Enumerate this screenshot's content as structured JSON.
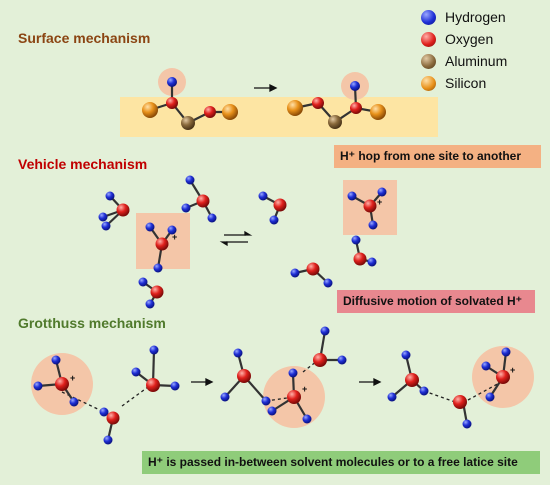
{
  "legend": [
    {
      "label": "Hydrogen",
      "color": "#1f2fd6",
      "icon": "hydrogen-atom-icon"
    },
    {
      "label": "Oxygen",
      "color": "#e0201c",
      "icon": "oxygen-atom-icon"
    },
    {
      "label": "Aluminum",
      "color": "#8a6a3c",
      "icon": "aluminum-atom-icon"
    },
    {
      "label": "Silicon",
      "color": "#e8911a",
      "icon": "silicon-atom-icon"
    }
  ],
  "sections": {
    "surface": {
      "title": "Surface mechanism",
      "color": "#8b4513",
      "caption": "H⁺ hop from one site to another",
      "caption_bg": "#f4b183"
    },
    "vehicle": {
      "title": "Vehicle mechanism",
      "color": "#c00000",
      "caption": "Diffusive motion of solvated H⁺",
      "caption_bg": "#e8888f"
    },
    "grotthuss": {
      "title": "Grotthuss mechanism",
      "color": "#507a2c",
      "caption": "H⁺ is passed in-between solvent molecules or to a free latice site",
      "caption_bg": "#8fcc7a"
    }
  },
  "charge_symbol": "+",
  "colors": {
    "background": "#e3f0d8",
    "highlight": "#f4c6a8",
    "surface_band": "#fde5a3",
    "bond": "#333333"
  }
}
